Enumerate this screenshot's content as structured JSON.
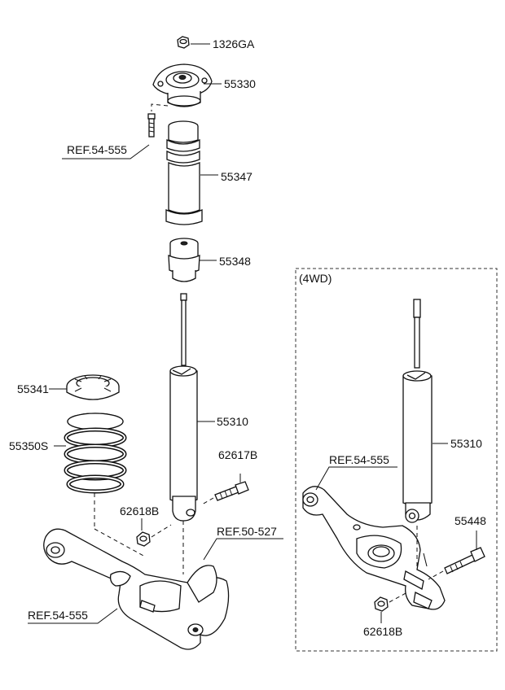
{
  "labels": {
    "p1326GA": "1326GA",
    "p55330": "55330",
    "ref1": "REF.54-555",
    "p55347": "55347",
    "p55348": "55348",
    "p55341": "55341",
    "p55350S": "55350S",
    "p55310_left": "55310",
    "p62617B": "62617B",
    "p62618B_left": "62618B",
    "ref_50_527": "REF.50-527",
    "ref_bottom": "REF.54-555",
    "box_title": "(4WD)",
    "ref_4wd": "REF.54-555",
    "p55310_right": "55310",
    "p55448": "55448",
    "p62618B_right": "62618B"
  }
}
